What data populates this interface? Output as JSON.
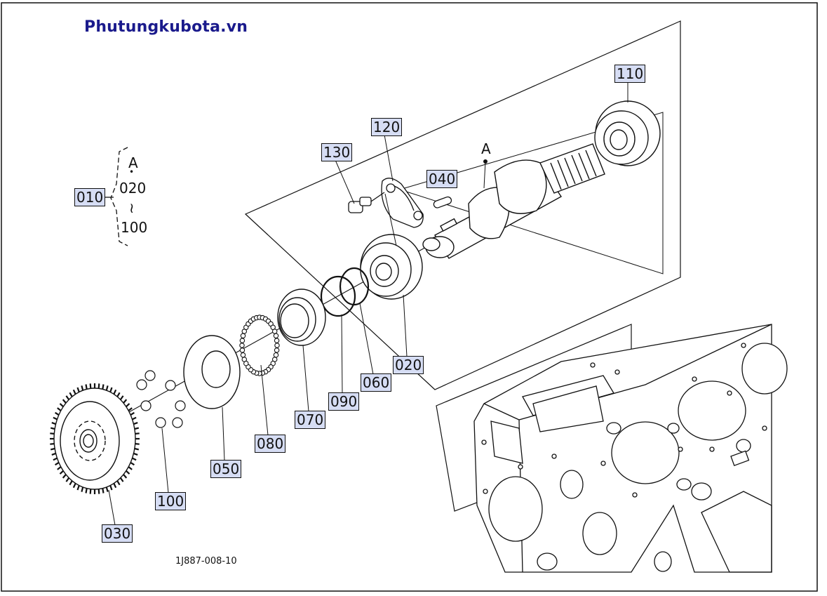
{
  "brand": "Phutungkubota.vn",
  "drawing_number": "1J887-008-10",
  "group": {
    "part_no": "010",
    "ref": "A",
    "dot": "•",
    "range_start": "020",
    "tilde": "≀",
    "range_end": "100"
  },
  "shaft_marker": "A",
  "parts": [
    "110",
    "120",
    "130",
    "040",
    "020",
    "060",
    "090",
    "070",
    "080",
    "050",
    "100",
    "030"
  ],
  "colors": {
    "brand": "#1a1a8c",
    "callout_fill": "#d6ddf4",
    "line": "#111111"
  }
}
